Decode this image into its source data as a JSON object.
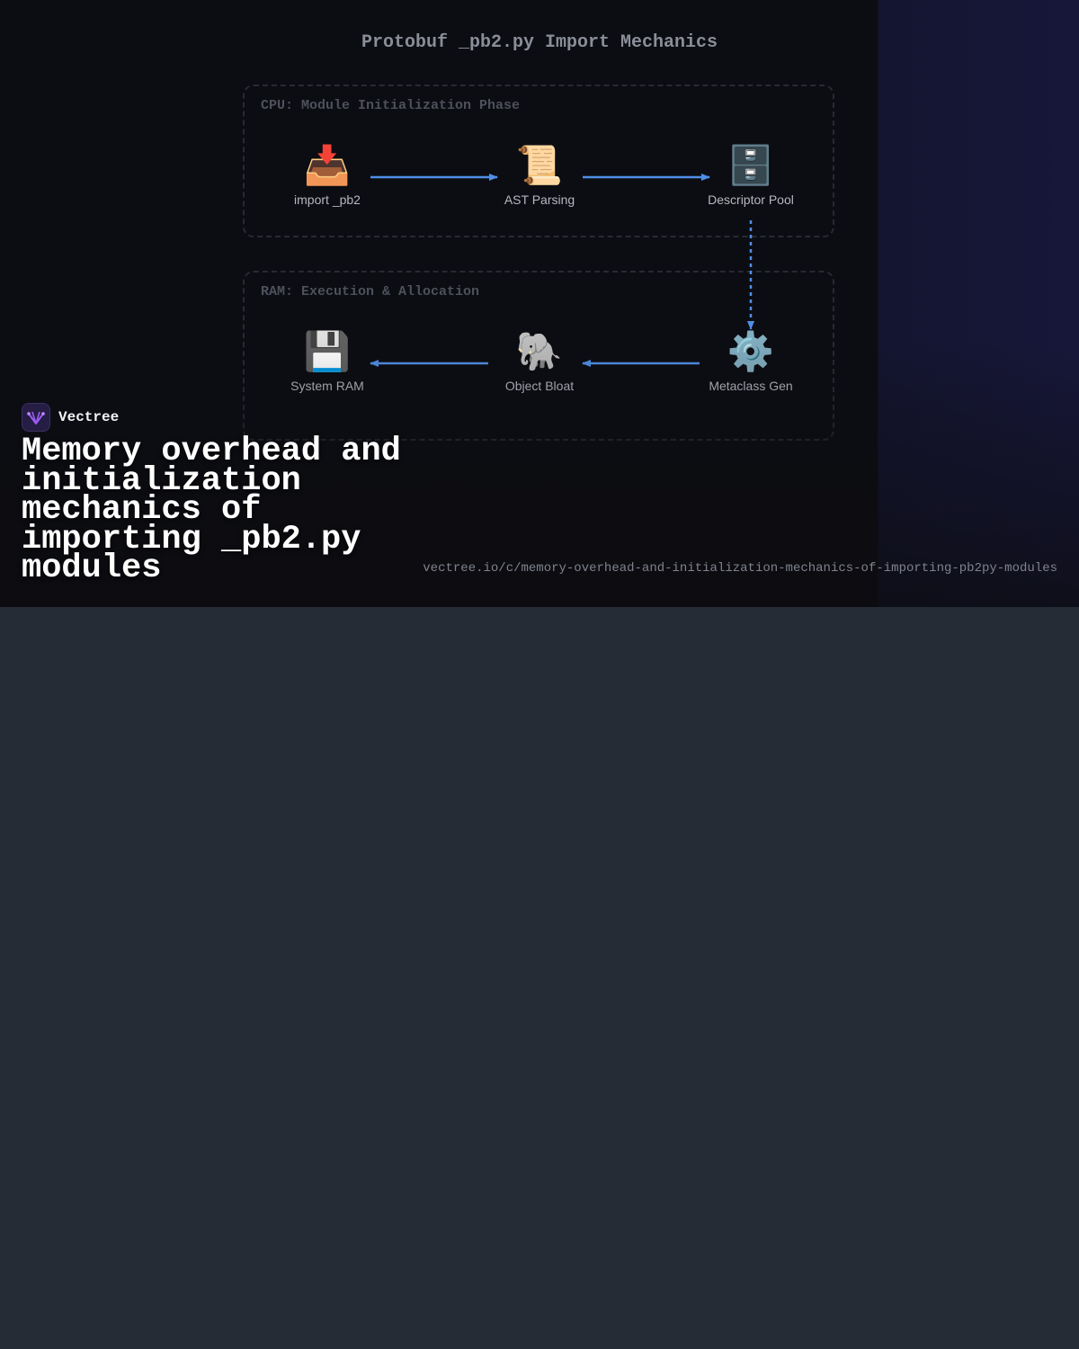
{
  "diagram": {
    "title": "Protobuf _pb2.py Import Mechanics",
    "groups": [
      {
        "label": "CPU: Module Initialization Phase"
      },
      {
        "label": "RAM: Execution & Allocation"
      }
    ],
    "nodes": [
      {
        "icon": "📥",
        "icon_name": "inbox-tray-icon",
        "label": "import _pb2"
      },
      {
        "icon": "📜",
        "icon_name": "scroll-icon",
        "label": "AST Parsing"
      },
      {
        "icon": "🗄️",
        "icon_name": "file-cabinet-icon",
        "label": "Descriptor Pool"
      },
      {
        "icon": "💾",
        "icon_name": "floppy-disk-icon",
        "label": "System RAM"
      },
      {
        "icon": "🐘",
        "icon_name": "elephant-icon",
        "label": "Object Bloat"
      },
      {
        "icon": "⚙️",
        "icon_name": "gear-icon",
        "label": "Metaclass Gen"
      }
    ],
    "edges": [
      {
        "from": "import _pb2",
        "to": "AST Parsing",
        "style": "solid"
      },
      {
        "from": "AST Parsing",
        "to": "Descriptor Pool",
        "style": "solid"
      },
      {
        "from": "Descriptor Pool",
        "to": "Metaclass Gen",
        "style": "dashed"
      },
      {
        "from": "Metaclass Gen",
        "to": "Object Bloat",
        "style": "solid"
      },
      {
        "from": "Object Bloat",
        "to": "System RAM",
        "style": "solid"
      }
    ],
    "edge_color": "#4f8fe6"
  },
  "brand": {
    "name": "Vectree",
    "logo_color": "#9b5cf0"
  },
  "headline": "Memory overhead and initialization mechanics of importing _pb2.py modules",
  "url": "vectree.io/c/memory-overhead-and-initialization-mechanics-of-importing-pb2py-modules"
}
